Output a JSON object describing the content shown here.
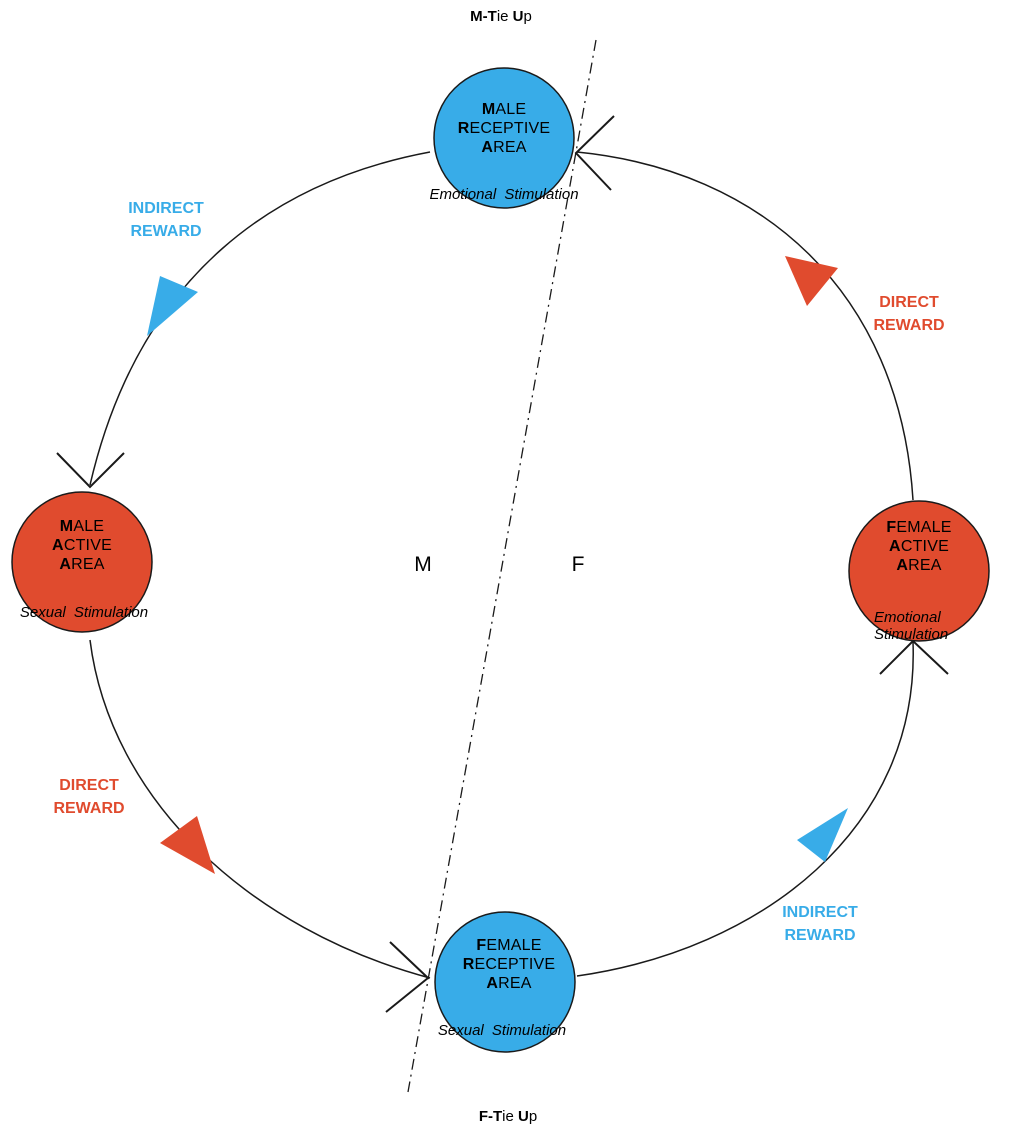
{
  "tie_top": {
    "bold1": "M-T",
    "mid": "ie ",
    "bold2": "U",
    "rest": "p"
  },
  "tie_bottom": {
    "bold1": "F-T",
    "mid": "ie ",
    "bold2": "U",
    "rest": "p"
  },
  "sides": {
    "left": "M",
    "right": "F"
  },
  "nodes": {
    "male_receptive": {
      "lines": [
        {
          "b": "M",
          "r": "ALE"
        },
        {
          "b": "R",
          "r": "ECEPTIVE"
        },
        {
          "b": "A",
          "r": "REA"
        }
      ],
      "stimulation": "Emotional Stimulation",
      "color": "#38ace8"
    },
    "male_active": {
      "lines": [
        {
          "b": "M",
          "r": "ALE"
        },
        {
          "b": "A",
          "r": "CTIVE"
        },
        {
          "b": "A",
          "r": "REA"
        }
      ],
      "stimulation": "Sexual Stimulation",
      "color": "#e04b2e"
    },
    "female_receptive": {
      "lines": [
        {
          "b": "F",
          "r": "EMALE"
        },
        {
          "b": "R",
          "r": "ECEPTIVE"
        },
        {
          "b": "A",
          "r": "REA"
        }
      ],
      "stimulation": "Sexual Stimulation",
      "color": "#38ace8"
    },
    "female_active": {
      "lines": [
        {
          "b": "F",
          "r": "EMALE"
        },
        {
          "b": "A",
          "r": "CTIVE"
        },
        {
          "b": "A",
          "r": "REA"
        }
      ],
      "stimulation": "Emotional Stimulation",
      "color": "#e04b2e"
    }
  },
  "rewards": {
    "indirect_top_left": {
      "line1": "INDIRECT",
      "line2": "REWARD",
      "color": "#38ace8"
    },
    "direct_top_right": {
      "line1": "DIRECT",
      "line2": "REWARD",
      "color": "#e04b2e"
    },
    "direct_bottom_left": {
      "line1": "DIRECT",
      "line2": "REWARD",
      "color": "#e04b2e"
    },
    "indirect_bottom_right": {
      "line1": "INDIRECT",
      "line2": "REWARD",
      "color": "#38ace8"
    }
  },
  "colors": {
    "blue": "#38ace8",
    "red": "#e04b2e",
    "line": "#1a1a1a"
  }
}
